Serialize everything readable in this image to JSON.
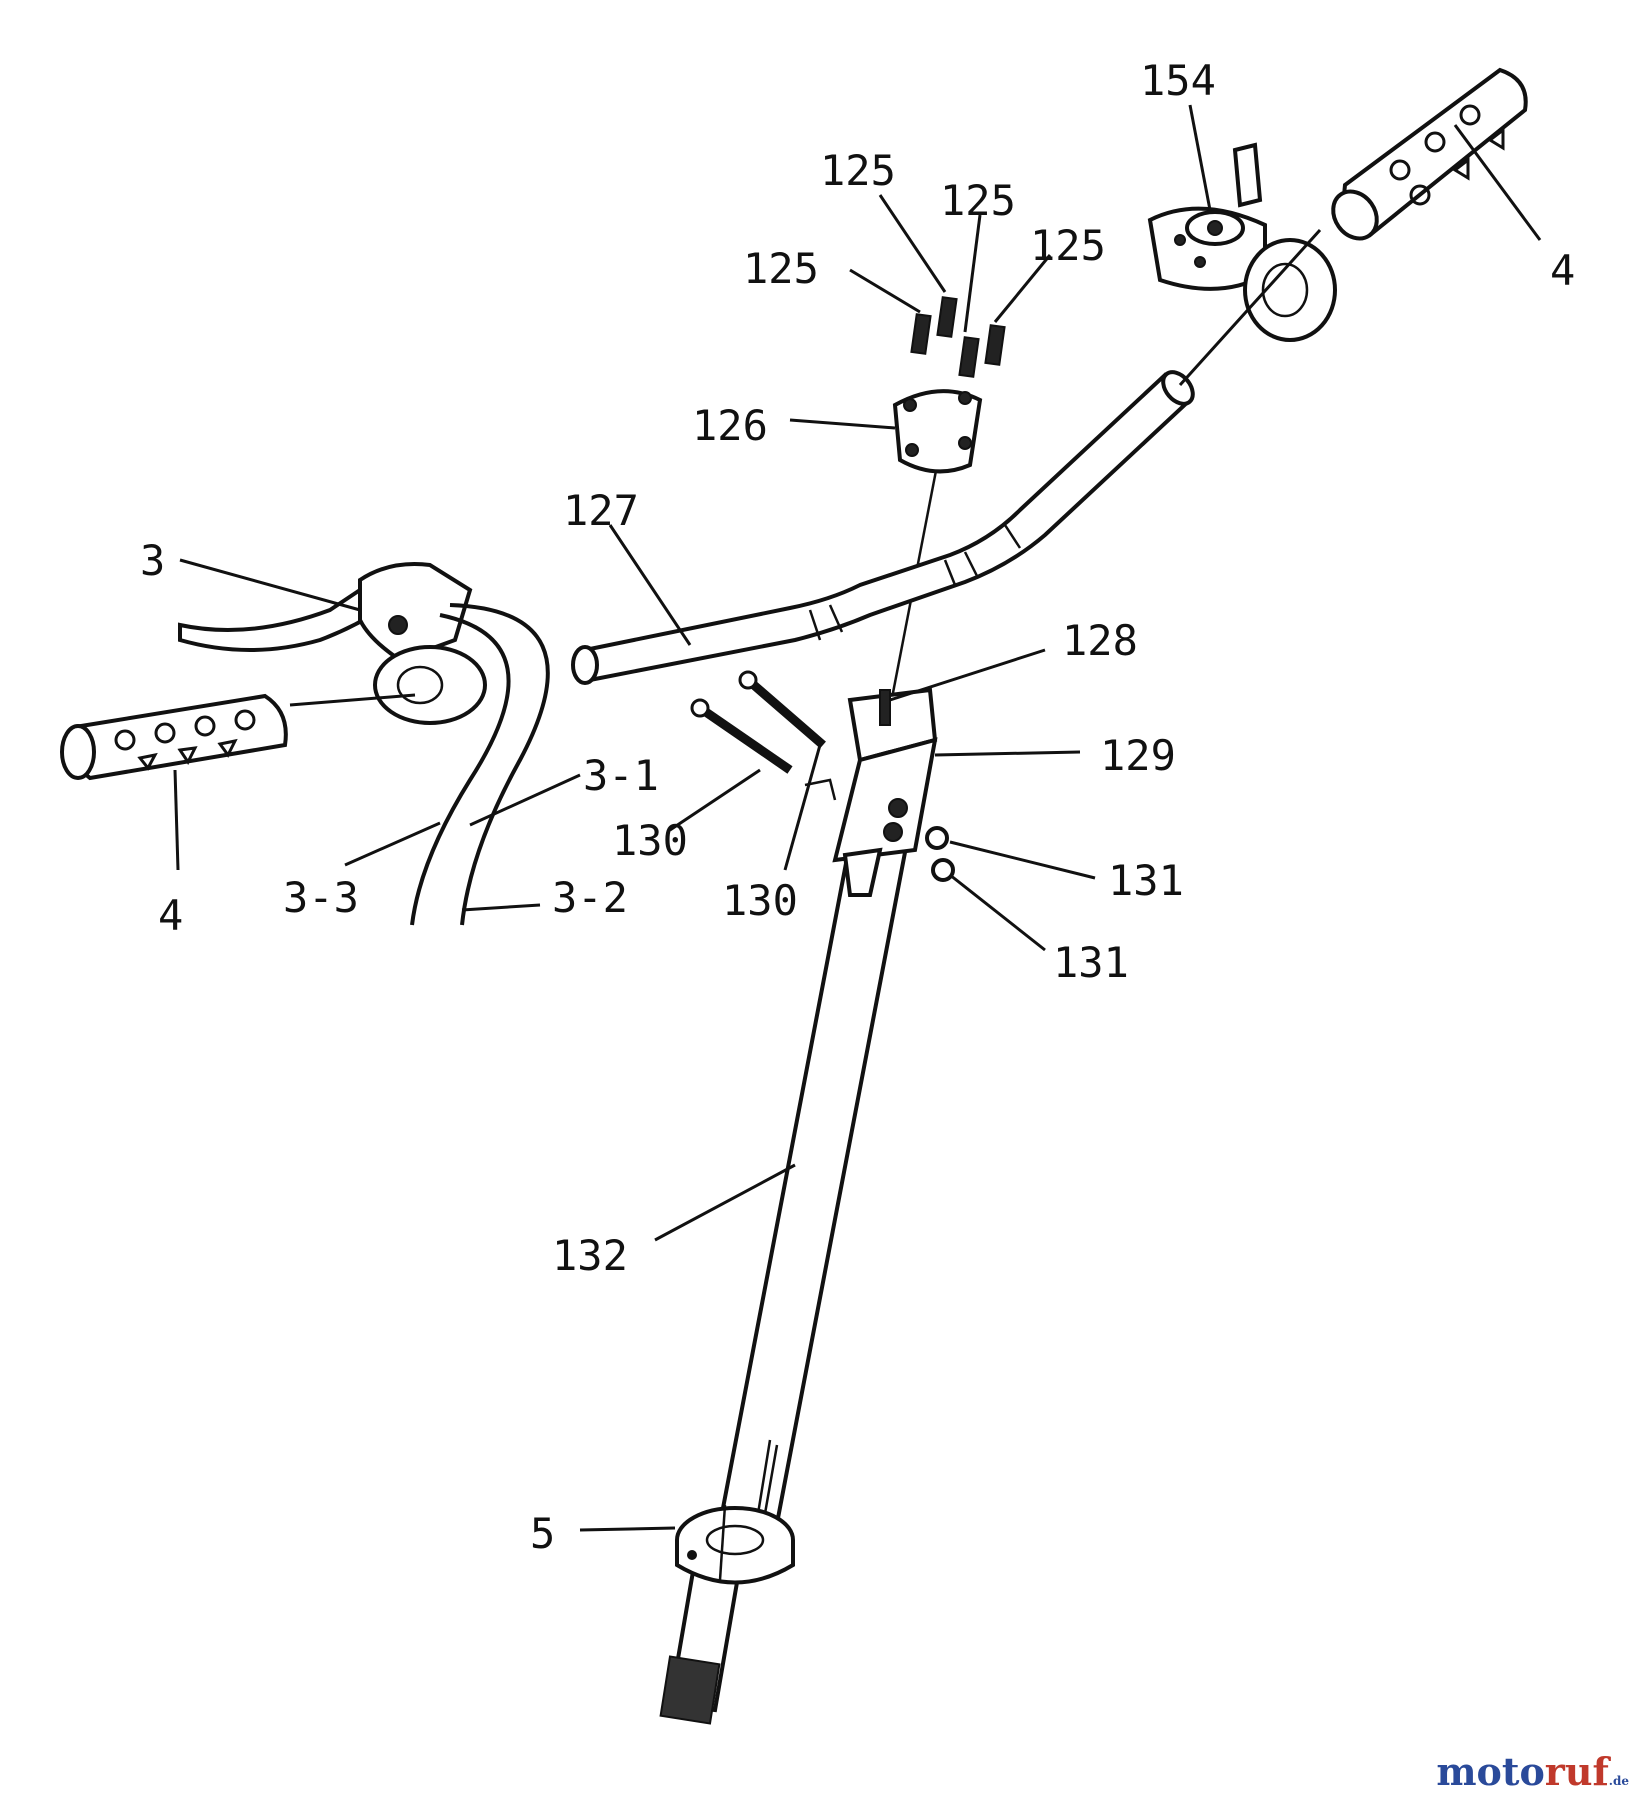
{
  "labels": {
    "l154": "154",
    "l125a": "125",
    "l125b": "125",
    "l125c": "125",
    "l125d": "125",
    "l4_right": "4",
    "l126": "126",
    "l127": "127",
    "l3": "3",
    "l128": "128",
    "l129": "129",
    "l3_1": "3-1",
    "l130a": "130",
    "l130b": "130",
    "l131a": "131",
    "l131b": "131",
    "l3_3": "3-3",
    "l3_2": "3-2",
    "l4_left": "4",
    "l132": "132",
    "l5": "5"
  },
  "watermark": {
    "brand_a": "moto",
    "brand_b": "ruf",
    "suffix": ".de"
  },
  "colors": {
    "line": "#111111",
    "watermark_blue": "#2a4a9a",
    "watermark_red": "#c0392b"
  }
}
